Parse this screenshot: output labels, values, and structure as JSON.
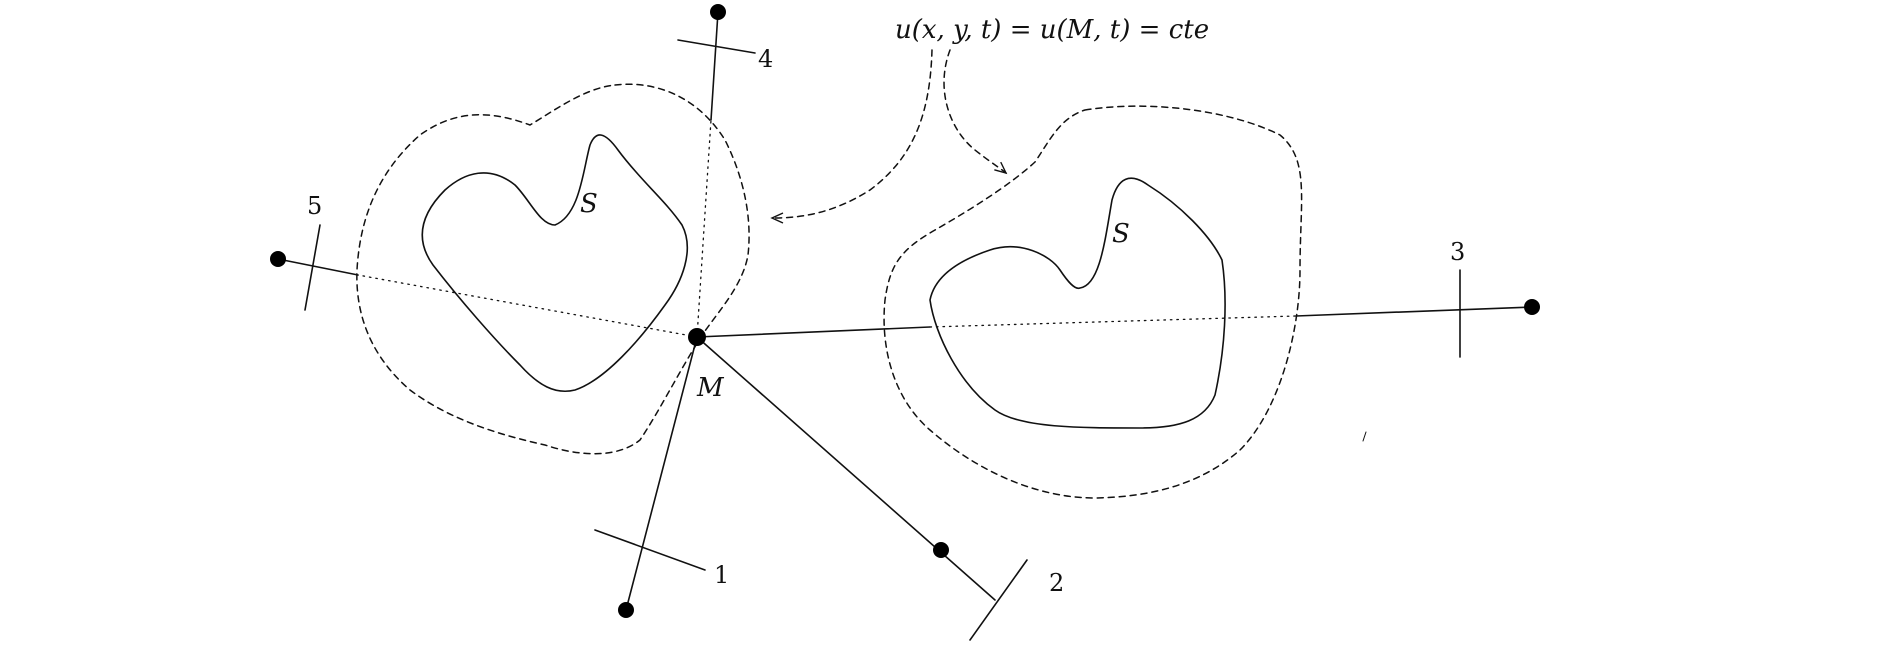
{
  "equation": "u(x, y, t) = u(M, t) = cte",
  "center_label": "M",
  "region_labels": [
    "S",
    "S"
  ],
  "probe_labels": [
    "1",
    "2",
    "3",
    "4",
    "5"
  ]
}
